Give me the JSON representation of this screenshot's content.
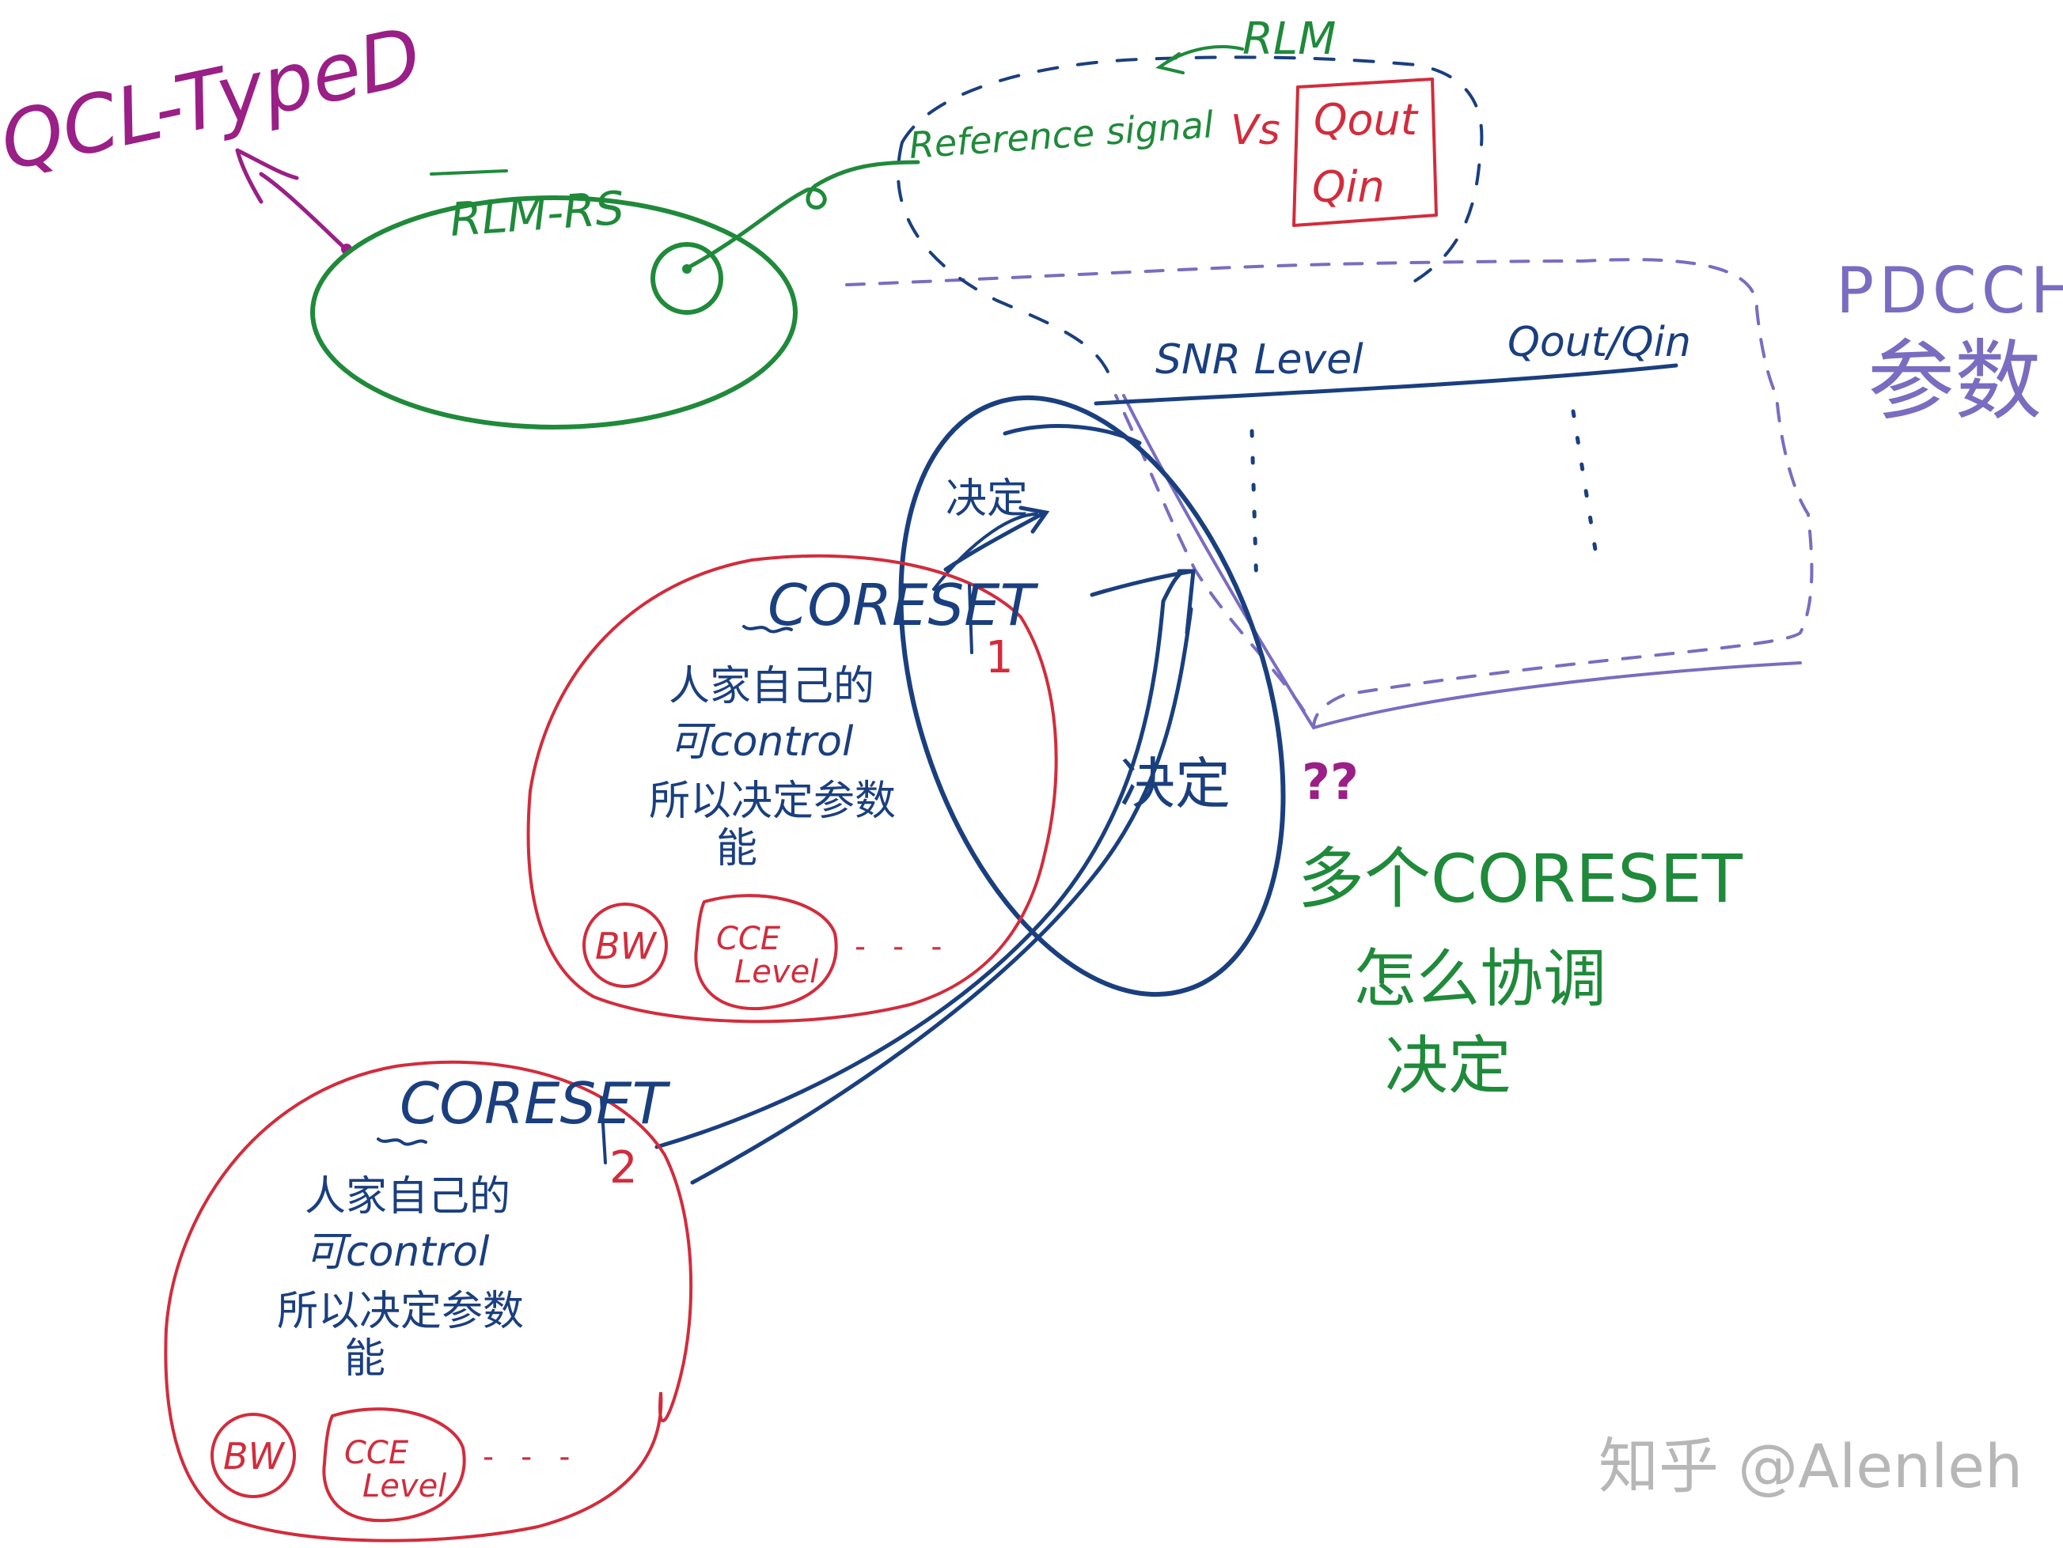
{
  "colors": {
    "magenta": "#9a1f86",
    "green": "#1f8a3a",
    "navy": "#1a3f7f",
    "red": "#d22c3c",
    "purple": "#7a6cc0",
    "watermark": "#b7b7b7"
  },
  "labels": {
    "qcl_type": "QCL-TypeD",
    "rlm_rs": "RLM-RS",
    "rlm": "RLM",
    "reference_signal": "Reference signal",
    "vs": "Vs",
    "qout": "Qout",
    "qin": "Qin",
    "pdcch": "PDCCH",
    "pdcch_cn": "参数",
    "snr_level": "SNR Level",
    "qout_qin": "Qout/Qin",
    "decide_top": "决定",
    "decide_mid": "决定",
    "question_marks": "??",
    "multi_coreset_line1": "多个CORESET",
    "multi_coreset_line2": "怎么协调",
    "multi_coreset_line3": "决定"
  },
  "coreset1": {
    "title": "CORESET",
    "index": "1",
    "line1": "人家自己的",
    "line2": "可control",
    "line3": "所以决定参数",
    "line4": "能",
    "bw": "BW",
    "cce": "CCE",
    "cce_level": "Level",
    "dots": "- - -"
  },
  "coreset2": {
    "title": "CORESET",
    "index": "2",
    "line1": "人家自己的",
    "line2": "可control",
    "line3": "所以决定参数",
    "line4": "能",
    "bw": "BW",
    "cce": "CCE",
    "cce_level": "Level",
    "dots": "- - -"
  },
  "watermark": "知乎 @Alenleh"
}
